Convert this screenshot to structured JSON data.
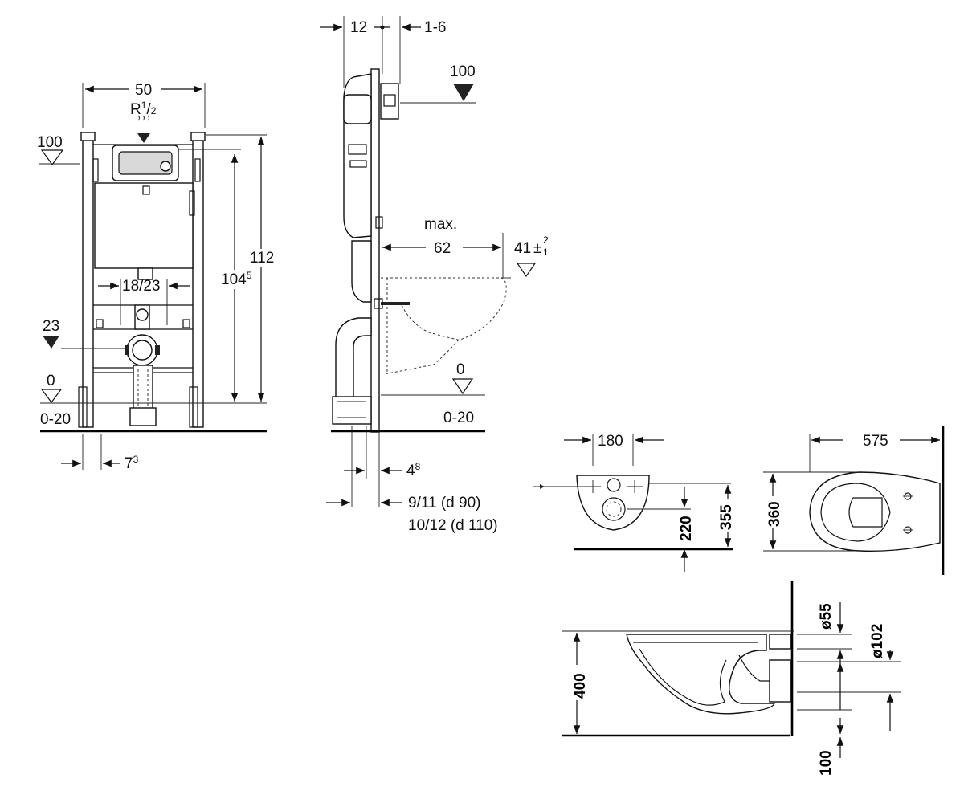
{
  "front_view": {
    "width": "50",
    "water_conn": "R",
    "water_conn_sup": "1",
    "water_conn_sub": "2",
    "level_100": "100",
    "height_total": "112",
    "height_flush": "104",
    "height_flush_sup": "5",
    "pipe_spacing": "18/23",
    "level_23": "23",
    "level_0": "0",
    "floor_range": "0-20",
    "foot_offset": "7",
    "foot_offset_sup": "3"
  },
  "side_view": {
    "depth_12": "12",
    "depth_1_6": "1-6",
    "level_100": "100",
    "max_label": "max.",
    "max_value": "62",
    "level_41": "41",
    "tolerance_plus": "2",
    "tolerance_minus": "1",
    "level_0": "0",
    "floor_range": "0-20",
    "offset_4": "4",
    "offset_4_sup": "8",
    "spacing_line1": "9/11 (d 90)",
    "spacing_line2": "10/12 (d 110)"
  },
  "toilet_rear_view": {
    "width": "180",
    "height_220": "220",
    "height_355": "355"
  },
  "toilet_top_view": {
    "length": "575",
    "width": "360"
  },
  "toilet_side_view": {
    "height": "400",
    "dia_55": "ø55",
    "dia_102": "ø102",
    "offset_100": "100"
  }
}
